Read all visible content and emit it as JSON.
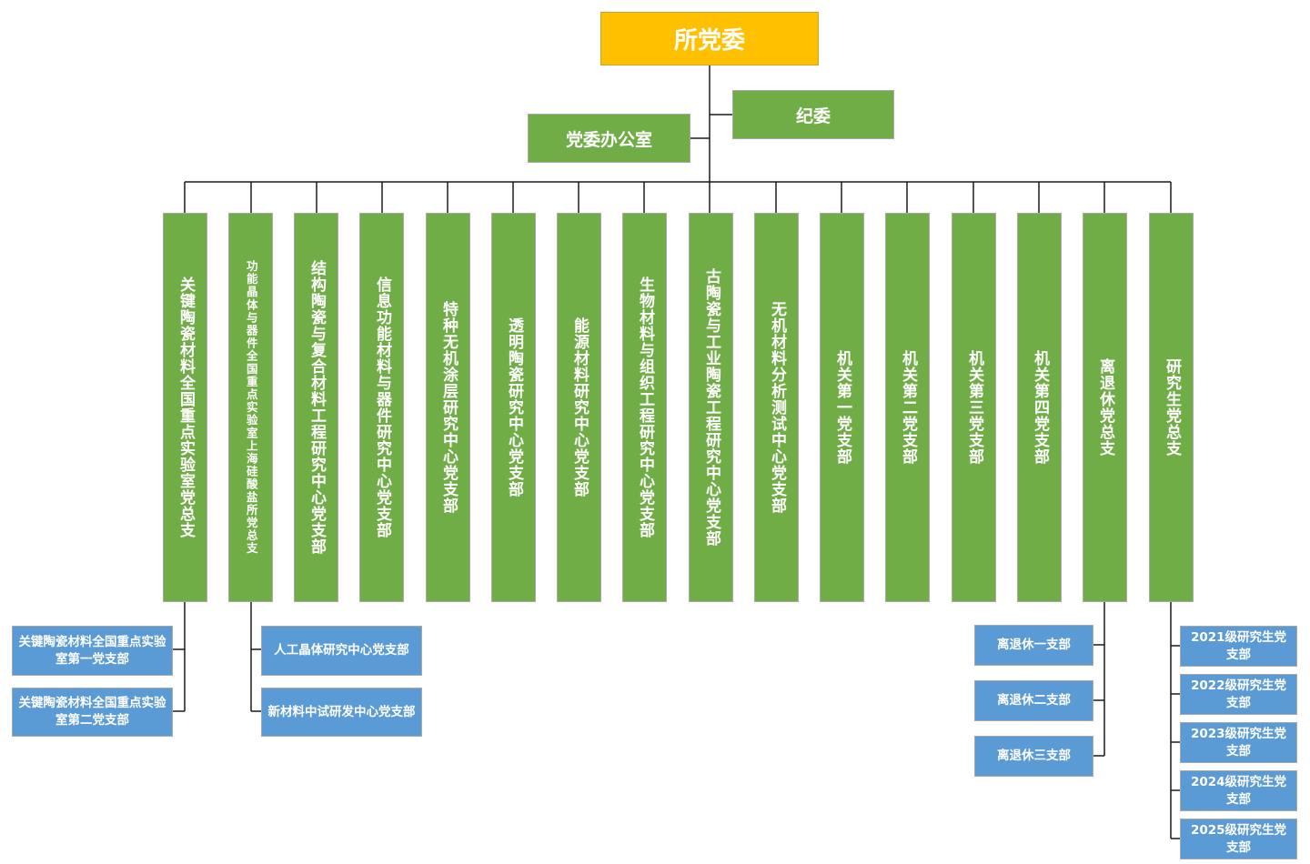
{
  "root": "所党委",
  "jiwei": "纪委",
  "office": "党委办公室",
  "branches": [
    "关键陶瓷材料全国重点实验室党总支",
    "功能晶体与器件全国重点实验室上海硅酸盐所党总支",
    "结构陶瓷与复合材料工程研究中心党支部",
    "信息功能材料与器件研究中心党支部",
    "特种无机涂层研究中心党支部",
    "透明陶瓷研究中心党支部",
    "能源材料研究中心党支部",
    "生物材料与组织工程研究中心党支部",
    "古陶瓷与工业陶瓷工程研究中心党支部",
    "无机材料分析测试中心党支部",
    "机关第一党支部",
    "机关第二党支部",
    "机关第三党支部",
    "机关第四党支部",
    "离退休党总支",
    "研究生党总支"
  ],
  "sub_key_lab": [
    "关键陶瓷材料全国重点实验室第一党支部",
    "关键陶瓷材料全国重点实验室第二党支部"
  ],
  "sub_crystal": [
    "人工晶体研究中心党支部",
    "新材料中试研发中心党支部"
  ],
  "sub_retired": [
    "离退休一支部",
    "离退休二支部",
    "离退休三支部"
  ],
  "sub_grad": [
    "2021级研究生党支部",
    "2022级研究生党支部",
    "2023级研究生党支部",
    "2024级研究生党支部",
    "2025级研究生党支部"
  ],
  "colors": {
    "root": "#ffc000",
    "green": "#70ad47",
    "blue": "#5b9bd5",
    "line": "#000000"
  }
}
